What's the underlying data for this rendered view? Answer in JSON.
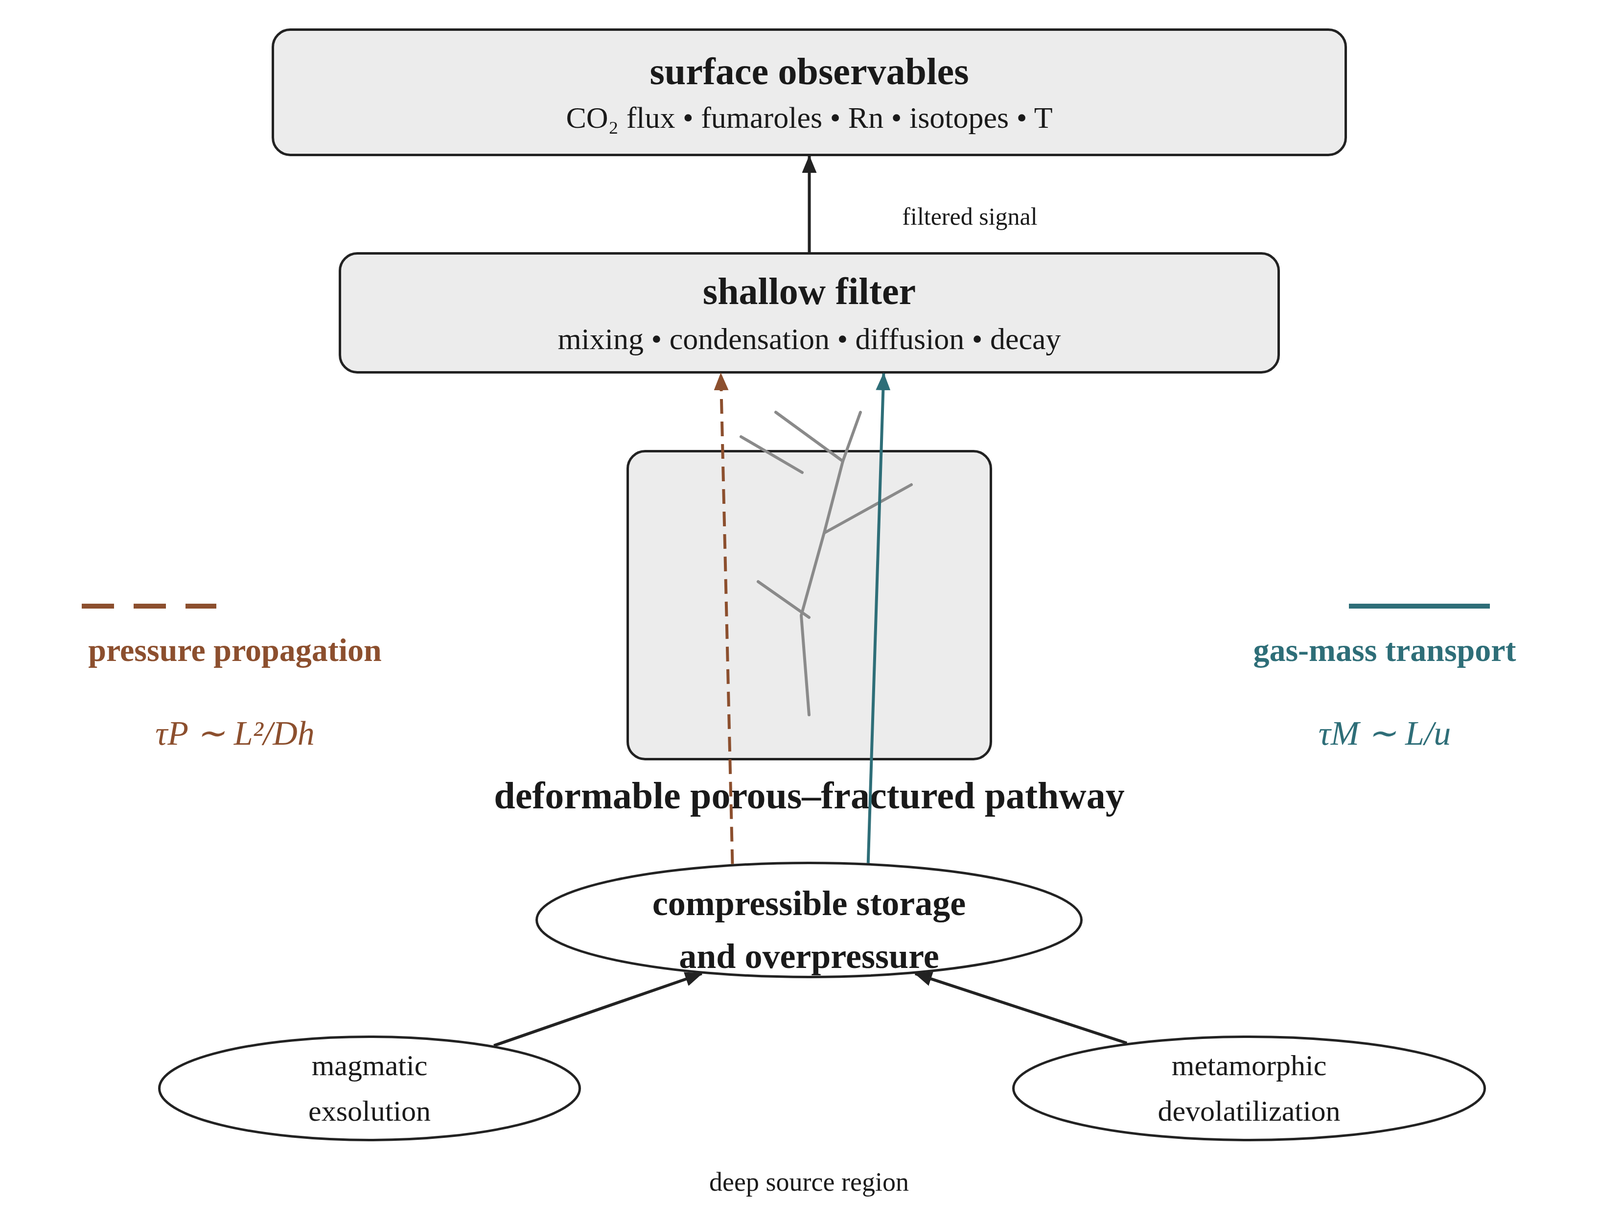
{
  "diagram": {
    "nodes": [
      {
        "text": [
          "surface observables",
          "CO₂ flux • fumaroles • Rn • isotopes • T"
        ]
      },
      {
        "text": [
          "shallow filter",
          "mixing • condensation • diffusion • decay"
        ]
      },
      {
        "text": [
          "deformable porous–fractured pathway"
        ]
      },
      {
        "text": [
          "compressible storage and overpressure"
        ]
      },
      {
        "text": [
          "magmatic exsolution"
        ]
      },
      {
        "text": [
          "metamorphic devolatilization"
        ]
      }
    ],
    "edges": [
      {
        "from": 1,
        "to": 0,
        "arrow": "to",
        "label": "filtered signal"
      },
      {
        "from": 3,
        "to": 1,
        "arrow": "to"
      },
      {
        "from": 3,
        "to": 1,
        "arrow": "to"
      },
      {
        "from": 4,
        "to": 3,
        "arrow": "to"
      },
      {
        "from": 5,
        "to": 3,
        "arrow": "to"
      }
    ],
    "labels": [
      "τP ∼ L²/Dh",
      "τM ∼ L/u",
      "deep source region"
    ],
    "legend": [
      {
        "text": "pressure propagation"
      },
      {
        "text": "gas-mass transport"
      }
    ]
  }
}
